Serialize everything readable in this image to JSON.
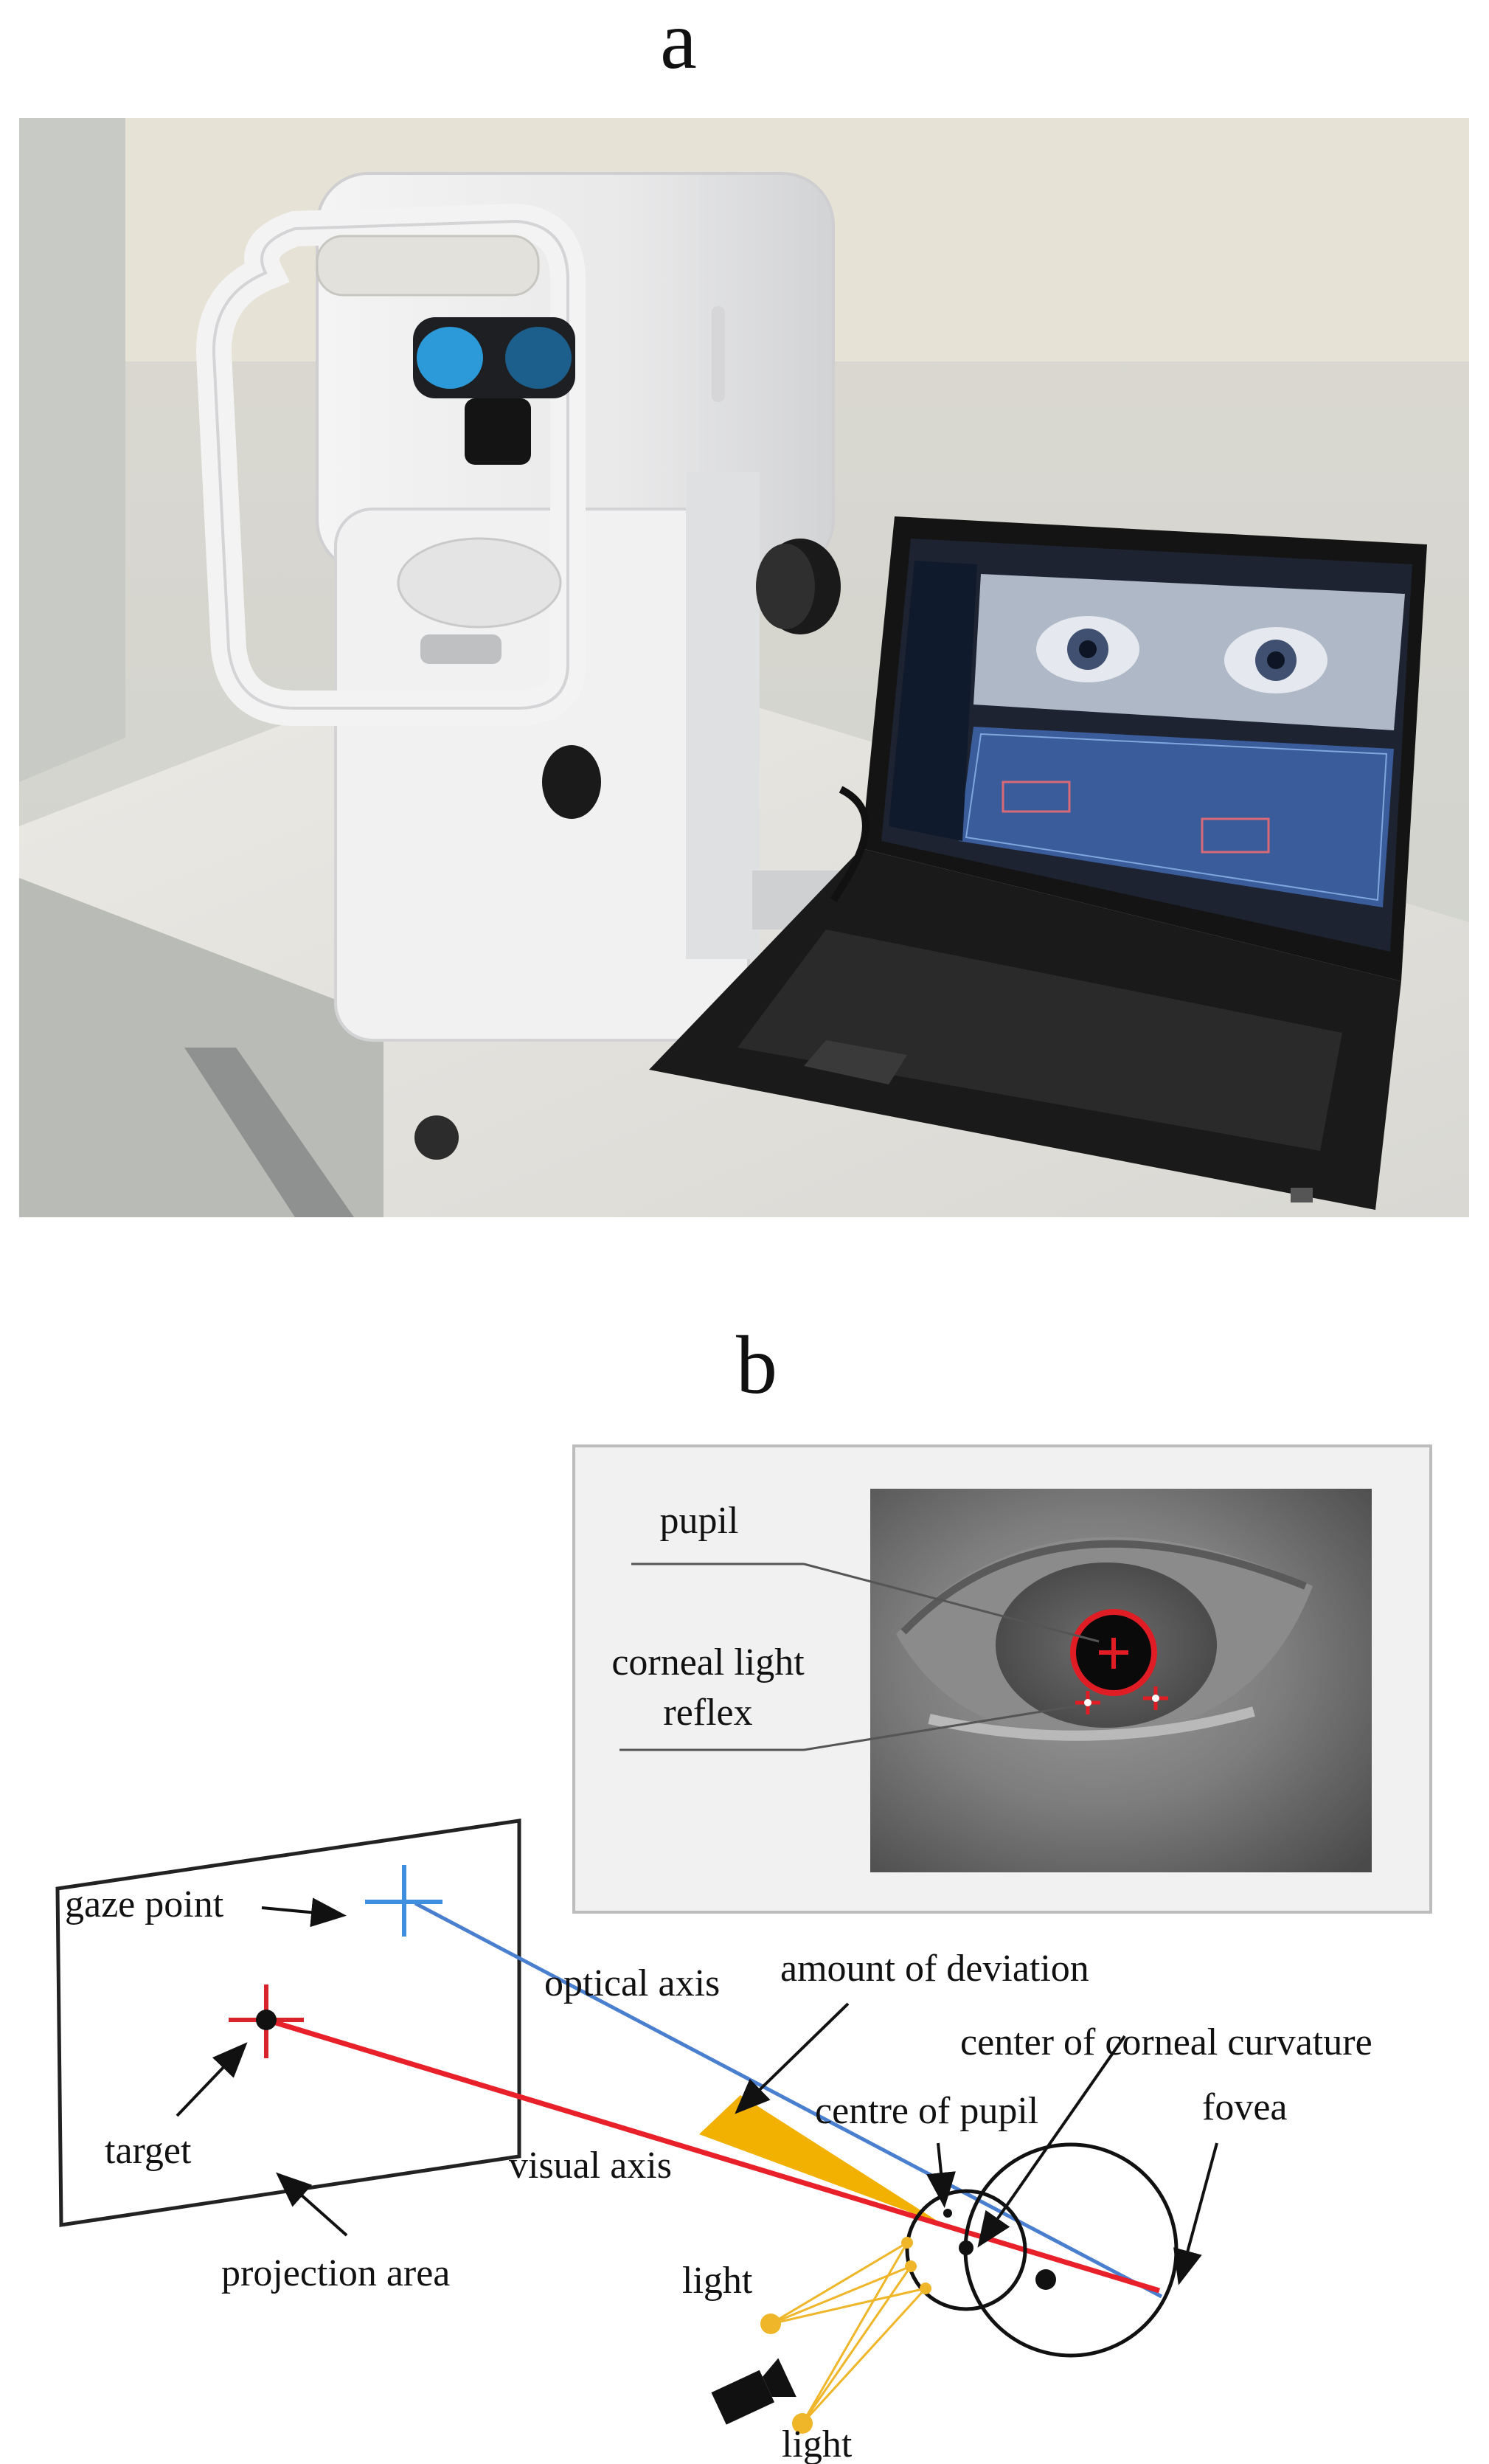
{
  "panel_a": {
    "letter": "a"
  },
  "panel_b": {
    "letter": "b",
    "labels": {
      "pupil": "pupil",
      "corneal_light_1": "corneal light",
      "corneal_light_2": "reflex",
      "gaze_point": "gaze point",
      "optical_axis": "optical axis",
      "amount_of_deviation": "amount of deviation",
      "center_of_corneal_curvature": "center of corneal curvature",
      "centre_of_pupil": "centre of pupil",
      "fovea": "fovea",
      "target": "target",
      "visual_axis": "visual axis",
      "projection_area": "projection area",
      "light_top": "light",
      "light_bottom": "light"
    }
  },
  "colors": {
    "optical_axis": "#4a7fd0",
    "visual_axis": "#e8202a",
    "deviation_wedge": "#f2b100",
    "gaze_cross": "#3f8fe0",
    "target_cross": "#d8232a",
    "light_dots": "#f0b62a"
  }
}
